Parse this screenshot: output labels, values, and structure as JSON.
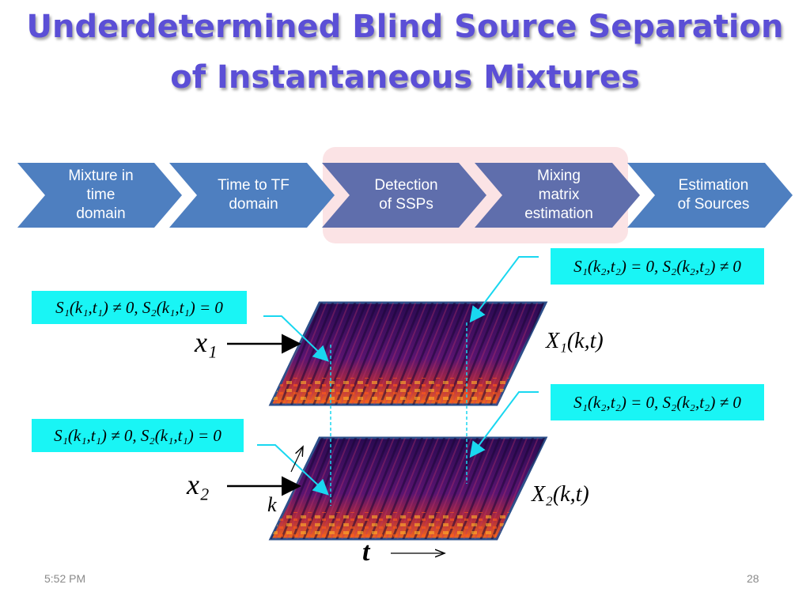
{
  "title": {
    "line1": "Underdetermined Blind Source Separation",
    "line2": "of Instantaneous Mixtures"
  },
  "pipeline": {
    "steps": [
      {
        "line1": "Mixture in",
        "line2": "time",
        "line3": "domain"
      },
      {
        "line1": "Time to TF",
        "line2": "domain",
        "line3": ""
      },
      {
        "line1": "Detection",
        "line2": "of SSPs",
        "line3": ""
      },
      {
        "line1": "Mixing",
        "line2": "matrix",
        "line3": "estimation"
      },
      {
        "line1": "Estimation",
        "line2": "of Sources",
        "line3": ""
      }
    ],
    "colors": {
      "step": "#4e7fc0",
      "highlighted_step": "#5f6eac",
      "highlight_region": "#fbe3e5"
    }
  },
  "equations": {
    "top_left": "S₁(k₁,t₁) ≠ 0,   S₂(k₁,t₁) = 0",
    "top_right": "S₁(k₂,t₂) = 0,   S₂(k₂,t₂) ≠ 0",
    "bottom_left": "S₁(k₁,t₁) ≠ 0,   S₂(k₁,t₁) = 0",
    "bottom_right": "S₁(k₂,t₂) = 0,   S₂(k₂,t₂) ≠ 0"
  },
  "labels": {
    "x1": "x₁",
    "x2": "x₂",
    "X1": "X₁(k,t)",
    "X2": "X₂(k,t)",
    "k": "k",
    "t": "t"
  },
  "colors": {
    "title": "#5b4fd6",
    "equation_box": "#19f5f5",
    "connector": "#19d7f0"
  },
  "footer": {
    "time": "5:52 PM",
    "page": "28"
  }
}
